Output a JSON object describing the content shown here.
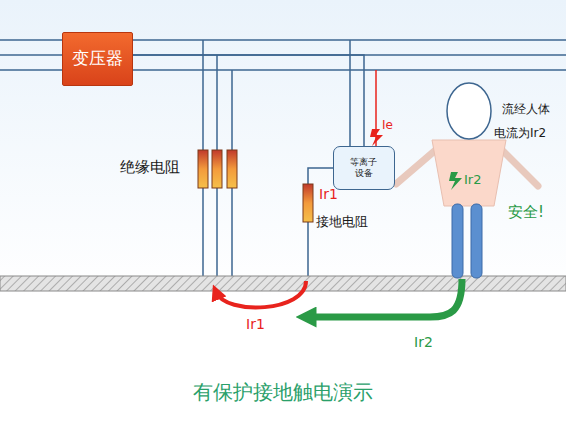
{
  "diagram": {
    "title": "有保护接地触电演示",
    "nodes": [
      {
        "text": [
          "变压器"
        ]
      },
      {
        "text": [
          "等离子设备"
        ]
      }
    ],
    "edges": [
      {
        "from": 0,
        "to": 1,
        "arrow": "none"
      }
    ],
    "labels": [
      "绝缘电阻",
      "Ie",
      "Ir1",
      "接地电阻",
      "流经人体",
      "电流为Ir2",
      "Ir2",
      "安全!",
      "Ir1",
      "Ir2"
    ]
  }
}
